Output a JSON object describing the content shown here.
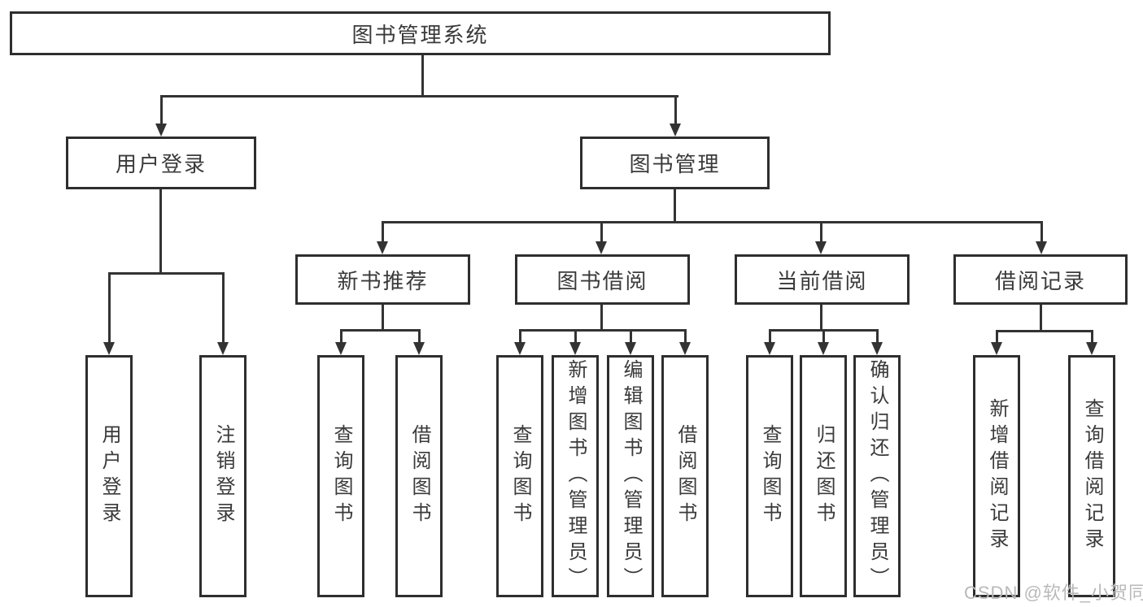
{
  "diagram": {
    "root": {
      "label": "图书管理系统"
    },
    "level2": {
      "user_login": {
        "label": "用户登录"
      },
      "book_manage": {
        "label": "图书管理"
      }
    },
    "level3": {
      "recommend": {
        "label": "新书推荐"
      },
      "borrow": {
        "label": "图书借阅"
      },
      "current": {
        "label": "当前借阅"
      },
      "records": {
        "label": "借阅记录"
      }
    },
    "leaves": {
      "login": [
        "用户登录",
        "注销登录"
      ],
      "recommend": [
        "查询图书",
        "借阅图书"
      ],
      "borrow": [
        "查询图书",
        "新增图书（管理员）",
        "编辑图书（管理员）",
        "借阅图书"
      ],
      "current": [
        "查询图书",
        "归还图书",
        "确认归还（管理员）"
      ],
      "records": [
        "新增借阅记录",
        "查询借阅记录"
      ]
    }
  },
  "watermark": {
    "text": "CSDN @软件_小贺同学"
  },
  "colors": {
    "background": "#ffffff",
    "box_border": "#2e2e2e",
    "connector_line": "#333333",
    "text": "#3a3a3a",
    "watermark": "#b9b9b9"
  }
}
